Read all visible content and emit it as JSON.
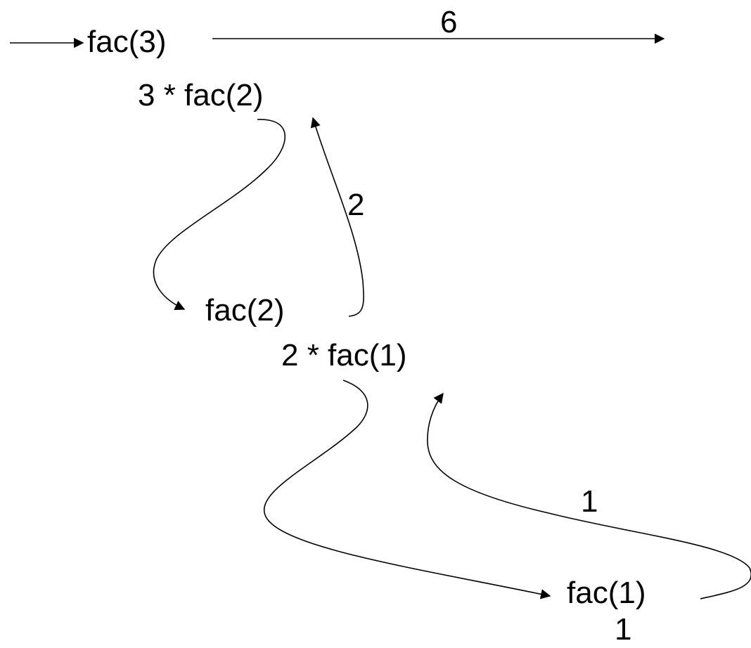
{
  "diagram": {
    "call_fac3": "fac(3)",
    "expr_3_fac2": "3 * fac(2)",
    "call_fac2": "fac(2)",
    "expr_2_fac1": "2 * fac(1)",
    "call_fac1": "fac(1)",
    "result_fac1": "1",
    "return_to_top": "6",
    "return_fac2": "2",
    "return_fac1": "1"
  },
  "colors": {
    "ink": "#000000",
    "background": "#ffffff"
  }
}
